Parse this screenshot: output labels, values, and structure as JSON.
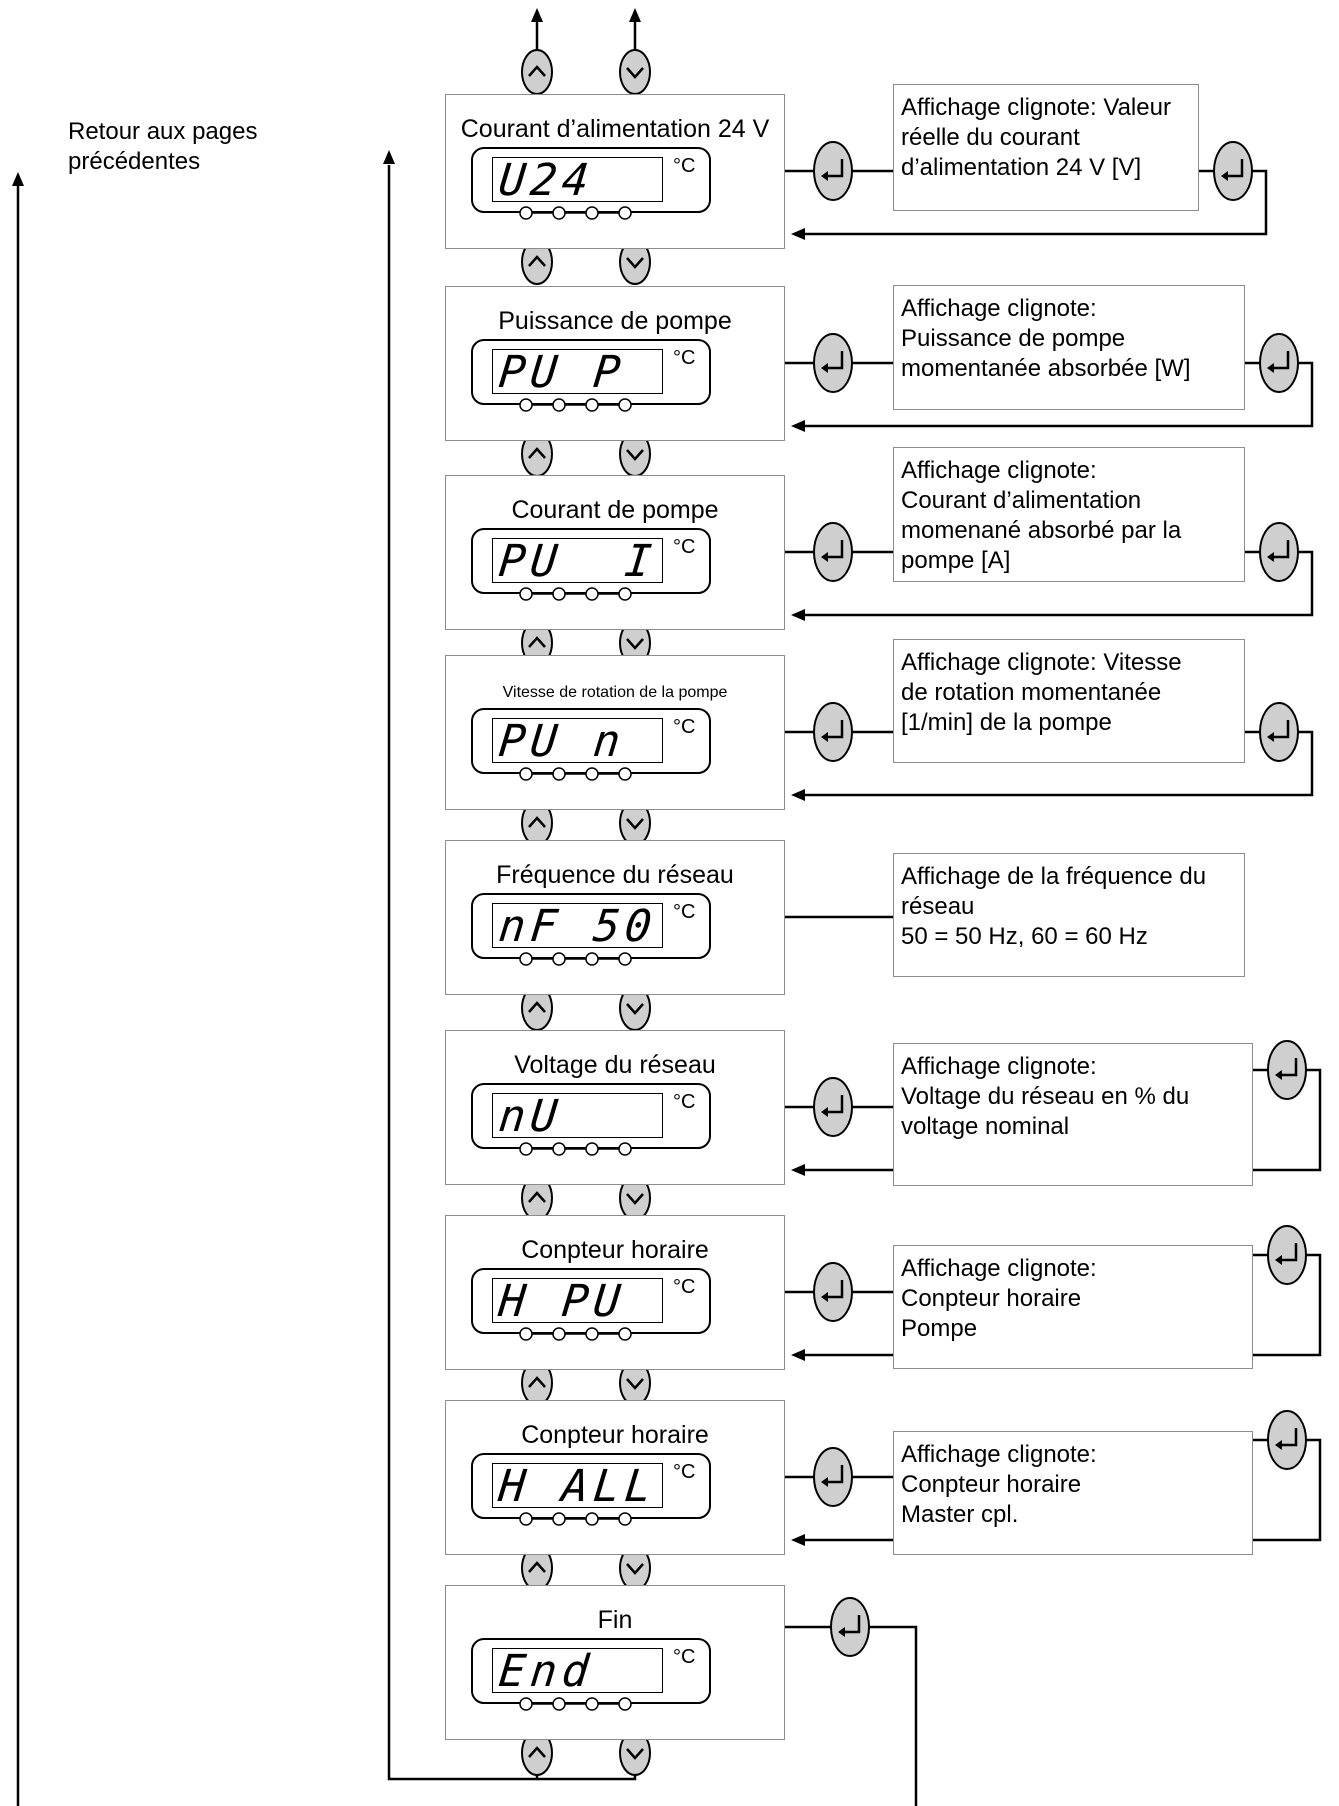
{
  "back_note": [
    "Retour aux pages",
    "précédentes"
  ],
  "screens": [
    {
      "title": "Courant d’alimentation 24 V",
      "display": "U24",
      "unit": "°C",
      "info": [
        "Affichage clignote: Valeur",
        "réelle du courant",
        "d’alimentation 24 V  [V]"
      ]
    },
    {
      "title": "Puissance de pompe",
      "display": "PU P",
      "unit": "°C",
      "info": [
        "Affichage clignote:",
        "Puissance de pompe",
        "momentanée absorbée  [W]"
      ]
    },
    {
      "title": "Courant de pompe",
      "display": "PU  I",
      "unit": "°C",
      "info": [
        "Affichage clignote:",
        "Courant d’alimentation",
        "momenané absorbé par la",
        "pompe [A]"
      ]
    },
    {
      "title": "Vitesse de rotation de la pompe",
      "display": "PU n",
      "unit": "°C",
      "info": [
        "Affichage clignote: Vitesse",
        "de rotation momentanée",
        "[1/min]  de la pompe"
      ]
    },
    {
      "title": "Fréquence du réseau",
      "display": "nF 50",
      "unit": "°C",
      "info": [
        "Affichage de la fréquence du",
        "réseau",
        "50 = 50 Hz, 60 = 60 Hz"
      ]
    },
    {
      "title": "Voltage du réseau",
      "display": "nU",
      "unit": "°C",
      "info": [
        "Affichage clignote:",
        "Voltage du réseau en % du",
        "voltage nominal"
      ]
    },
    {
      "title": "Conpteur horaire",
      "display": "H_PU",
      "unit": "°C",
      "info": [
        "Affichage clignote:",
        "Conpteur horaire",
        "Pompe"
      ]
    },
    {
      "title": "Conpteur horaire",
      "display": "H_ALL",
      "unit": "°C",
      "info": [
        "Affichage clignote:",
        "Conpteur horaire",
        "Master cpl."
      ]
    },
    {
      "title": "Fin",
      "display": "End",
      "unit": "°C"
    }
  ],
  "icons": {
    "up": "up-arrow-key-icon",
    "down": "down-arrow-key-icon",
    "enter": "enter-key-icon"
  }
}
